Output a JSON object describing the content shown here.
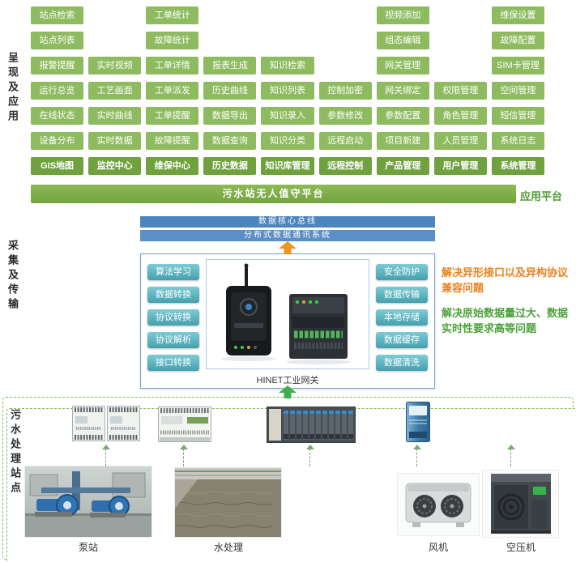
{
  "sections": {
    "presentation": {
      "side_label": "呈现及应用",
      "platform_bar": "污水站无人值守平台",
      "platform_caption": "应用平台",
      "grid_columns": [
        {
          "header": "GIS地图",
          "items": [
            "站点检索",
            "站点列表",
            "报警提醒",
            "运行总览",
            "在线状态",
            "设备分布"
          ]
        },
        {
          "header": "监控中心",
          "items": [
            "实时视频",
            "工艺画面",
            "实时曲线",
            "实时数据"
          ]
        },
        {
          "header": "维保中心",
          "items": [
            "工单统计",
            "故障统计",
            "工单详情",
            "工单派发",
            "工单提醒",
            "故障提醒"
          ]
        },
        {
          "header": "历史数据",
          "items": [
            "报表生成",
            "历史曲线",
            "数据导出",
            "数据查询"
          ]
        },
        {
          "header": "知识库管理",
          "items": [
            "知识检索",
            "知识列表",
            "知识录入",
            "知识分类"
          ]
        },
        {
          "header": "远程控制",
          "items": [
            "控制加密",
            "参数修改",
            "远程启动"
          ]
        },
        {
          "header": "产品管理",
          "items": [
            "视频添加",
            "组态编辑",
            "网关管理",
            "网关绑定",
            "参数配置",
            "项目新建"
          ]
        },
        {
          "header": "用户管理",
          "items": [
            "权限管理",
            "角色管理",
            "人员管理"
          ]
        },
        {
          "header": "系统管理",
          "items": [
            "维保设置",
            "故障配置",
            "SIM卡管理",
            "空间管理",
            "短信管理",
            "系统日志"
          ]
        }
      ]
    },
    "collection": {
      "side_label": "采集及传输",
      "bus_bars": [
        "数据核心总线",
        "分布式数据通讯系统"
      ],
      "gateway": {
        "left_functions": [
          "算法学习",
          "数据转换",
          "协议转换",
          "协议解析",
          "接口转换"
        ],
        "right_functions": [
          "安全防护",
          "数据传输",
          "本地存储",
          "数据缓存",
          "数据清洗"
        ],
        "label": "HINET工业网关"
      },
      "notes": [
        {
          "text": "解决异形接口以及异构协议兼容问题"
        },
        {
          "text": "解决原始数据量过大、数据实时性要求高等问题"
        }
      ]
    },
    "station": {
      "side_label": "污水处理站点",
      "equipment_labels": [
        "泵站",
        "水处理",
        "风机",
        "空压机"
      ]
    }
  },
  "colors": {
    "button_green": "#8EBB60",
    "header_green": "#6FA23F",
    "platform_green": "#74A43E",
    "caption_green": "#4E9A34",
    "bus_blue": "#4D86BD",
    "bus_blue2": "#5B90C6",
    "teal": "#44A0AE",
    "teal_light": "#7DCBD4",
    "orange_arrow": "#F0941F",
    "green_arrow": "#3FAE4E",
    "dashed_green": "#86BC55",
    "note_orange": "#E8821E",
    "note_green": "#4DA23C",
    "connector": "#7AA874"
  }
}
